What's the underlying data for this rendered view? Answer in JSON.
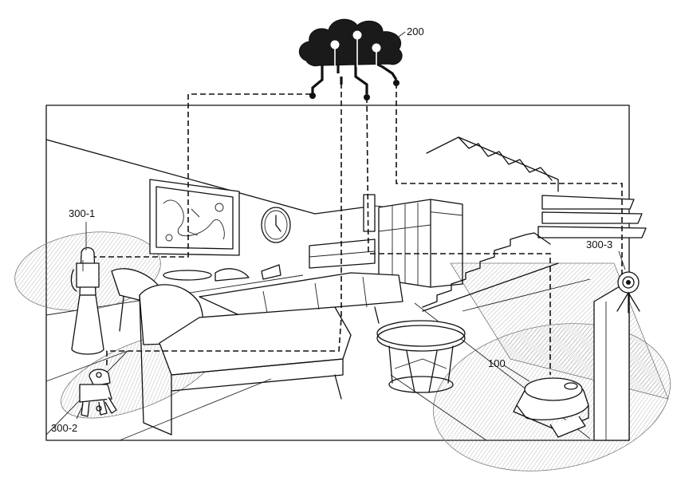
{
  "labels": {
    "cloud": "200",
    "robot_cleaner": "100",
    "speaker_device": "300-1",
    "robot_dog": "300-2",
    "camera": "300-3"
  },
  "colors": {
    "ink": "#111111",
    "hatch": "#9a9a9a",
    "background": "#ffffff"
  },
  "icons": [
    "cloud-network-icon",
    "robot-cleaner-icon",
    "smart-speaker-icon",
    "robot-dog-icon",
    "security-camera-icon"
  ]
}
